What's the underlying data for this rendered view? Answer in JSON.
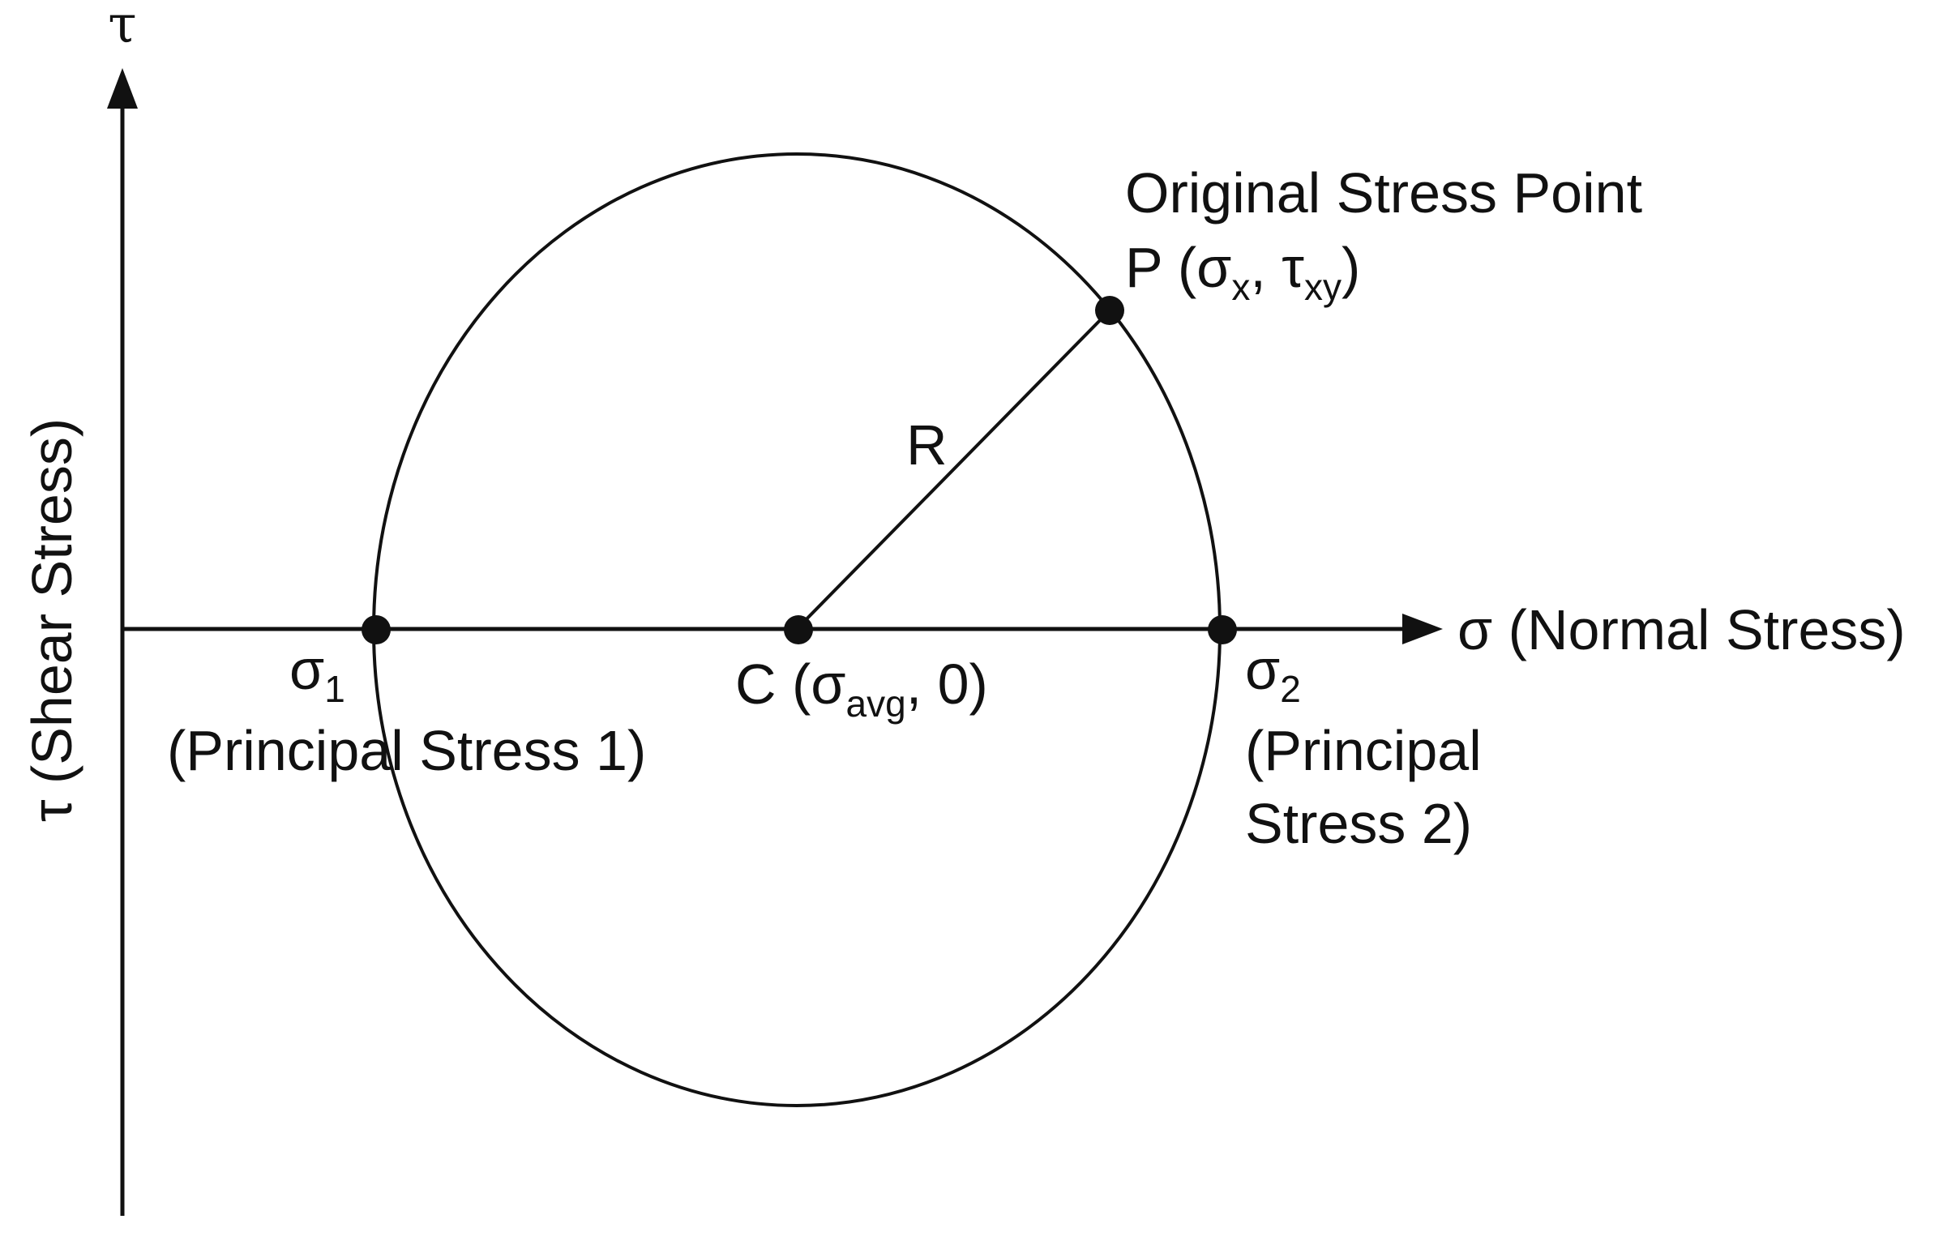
{
  "diagram": {
    "colors": {
      "ink": "#111111",
      "background": "#ffffff"
    },
    "axes": {
      "y_axis_symbol": "τ",
      "y_axis_label": "τ (Shear Stress)",
      "x_axis_label_prefix": "σ",
      "x_axis_label_rest": " (Normal Stress)"
    },
    "circle": {
      "radius_label": "R"
    },
    "points": {
      "original": {
        "title": "Original Stress Point",
        "label_main": "P (σ",
        "label_sub1": "x",
        "label_mid": ", τ",
        "label_sub2": "xy",
        "label_end": ")"
      },
      "center": {
        "label_main": "C (σ",
        "label_sub": "avg",
        "label_end": ", 0)"
      },
      "sigma1": {
        "symbol": "σ",
        "subscript": "1",
        "description": "(Principal Stress 1)"
      },
      "sigma2": {
        "symbol": "σ",
        "subscript": "2",
        "description_line1": "(Principal",
        "description_line2": "Stress 2)"
      }
    }
  }
}
